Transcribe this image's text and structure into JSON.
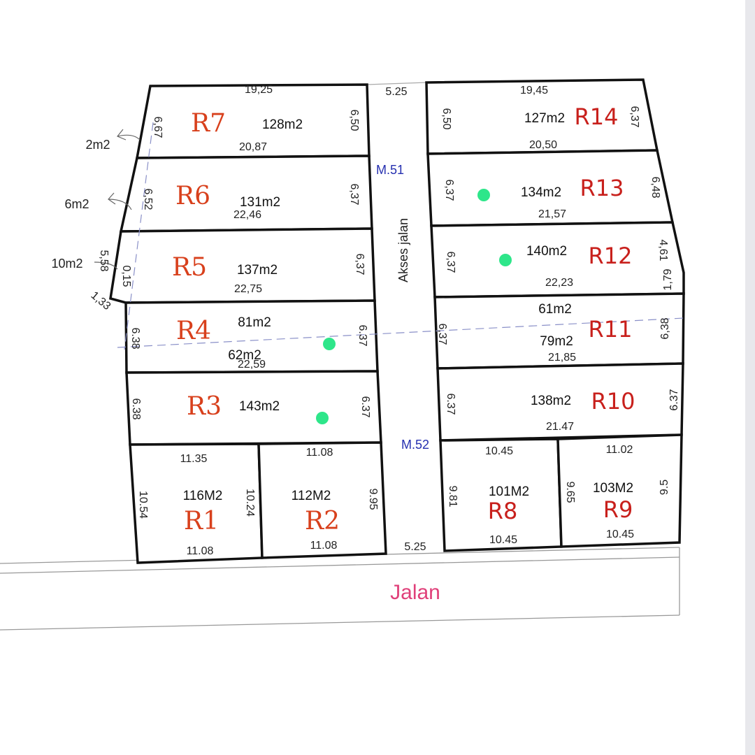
{
  "road": {
    "label": "Jalan",
    "access_label": "Akses jalan",
    "access_width_top": "5.25",
    "access_width_bottom": "5.25"
  },
  "markers": {
    "m51": "M.51",
    "m52": "M.52"
  },
  "cutoffs": {
    "r7": "2m2",
    "r6": "6m2",
    "r5": "10m2"
  },
  "plots": {
    "r7": {
      "name": "R7",
      "area": "128m2",
      "top": "19,25",
      "bottom": "20,87",
      "left": "6,67",
      "right": "6,50"
    },
    "r6": {
      "name": "R6",
      "area": "131m2",
      "bottom": "22,46",
      "left": "6,52",
      "right": "6,37"
    },
    "r5": {
      "name": "R5",
      "area": "137m2",
      "bottom": "22,75",
      "left_outer": "5,58",
      "left_inner": "0,15",
      "chamfer": "1,33",
      "right": "6,37"
    },
    "r4": {
      "name": "R4",
      "area": "81m2",
      "area_lower": "62m2",
      "bottom": "22,59",
      "left": "6.38",
      "right": "6.37"
    },
    "r3": {
      "name": "R3",
      "area": "143m2",
      "left": "6.38",
      "right": "6.37"
    },
    "r1": {
      "name": "R1",
      "area": "116M2",
      "top": "11.35",
      "bottom": "11.08",
      "left": "10.54",
      "right": "10.24"
    },
    "r2": {
      "name": "R2",
      "area": "112M2",
      "top": "11.08",
      "bottom": "11.08",
      "right": "9.95"
    },
    "r14": {
      "name": "R14",
      "area": "127m2",
      "top": "19,45",
      "bottom": "20,50",
      "left": "6,50",
      "right": "6,37"
    },
    "r13": {
      "name": "R13",
      "area": "134m2",
      "bottom": "21,57",
      "left": "6,37",
      "right": "6,48"
    },
    "r12": {
      "name": "R12",
      "area": "140m2",
      "bottom": "22,23",
      "left": "6,37",
      "right_upper": "4,61",
      "right_lower": "1,79"
    },
    "r11": {
      "name": "R11",
      "area": "61m2",
      "area_lower": "79m2",
      "bottom": "21,85",
      "left": "6,37",
      "right": "6,38"
    },
    "r10": {
      "name": "R10",
      "area": "138m2",
      "bottom": "21.47",
      "left": "6.37",
      "right": "6.37"
    },
    "r8": {
      "name": "R8",
      "area": "101M2",
      "top": "10.45",
      "bottom": "10.45",
      "left": "9.81"
    },
    "r9": {
      "name": "R9",
      "area": "103M2",
      "top": "11.02",
      "bottom": "10.45",
      "left": "9.65",
      "right": "9.5"
    }
  },
  "colors": {
    "outline": "#111111",
    "label_red": "#d8401c",
    "marker_blue": "#2630b0",
    "dot_green": "#2ee68a",
    "road_pink": "#e0407a"
  }
}
